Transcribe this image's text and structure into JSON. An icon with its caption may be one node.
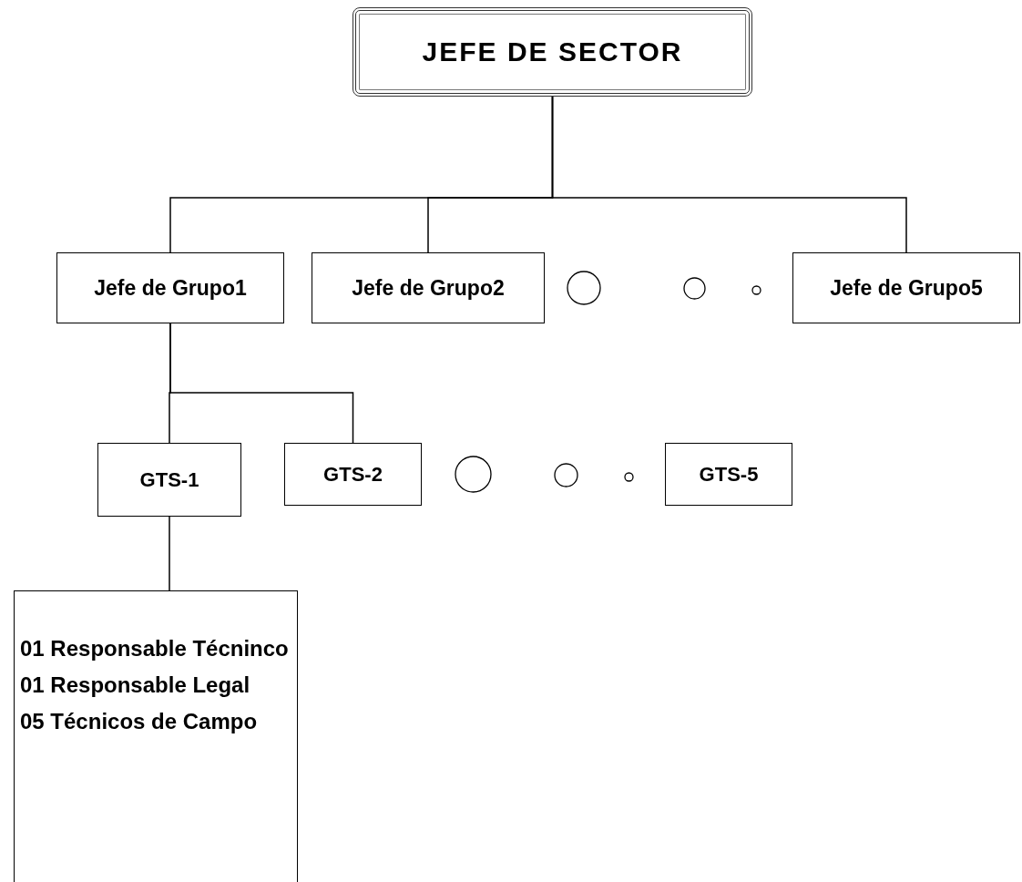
{
  "diagram": {
    "nodes": [
      {
        "text": [
          "JEFE DE SECTOR"
        ]
      },
      {
        "text": [
          "Jefe de Grupo1"
        ]
      },
      {
        "text": [
          "Jefe de Grupo2"
        ]
      },
      {
        "text": [],
        "shape": "circle"
      },
      {
        "text": [],
        "shape": "circle"
      },
      {
        "text": [],
        "shape": "circle"
      },
      {
        "text": [
          "Jefe de Grupo5"
        ]
      },
      {
        "text": [
          "GTS-1"
        ]
      },
      {
        "text": [
          "GTS-2"
        ]
      },
      {
        "text": [],
        "shape": "circle"
      },
      {
        "text": [],
        "shape": "circle"
      },
      {
        "text": [],
        "shape": "circle"
      },
      {
        "text": [
          "GTS-5"
        ]
      },
      {
        "text": [
          "01 Responsable Técninco",
          "01 Responsable Legal",
          "05 Técnicos de Campo"
        ]
      }
    ],
    "edges": [
      {
        "from": 0,
        "to": 1,
        "arrow": "none"
      },
      {
        "from": 0,
        "to": 2,
        "arrow": "none"
      },
      {
        "from": 0,
        "to": 6,
        "arrow": "none"
      },
      {
        "from": 1,
        "to": 7,
        "arrow": "none"
      },
      {
        "from": 1,
        "to": 8,
        "arrow": "none"
      },
      {
        "from": 7,
        "to": 13,
        "arrow": "none"
      }
    ]
  }
}
